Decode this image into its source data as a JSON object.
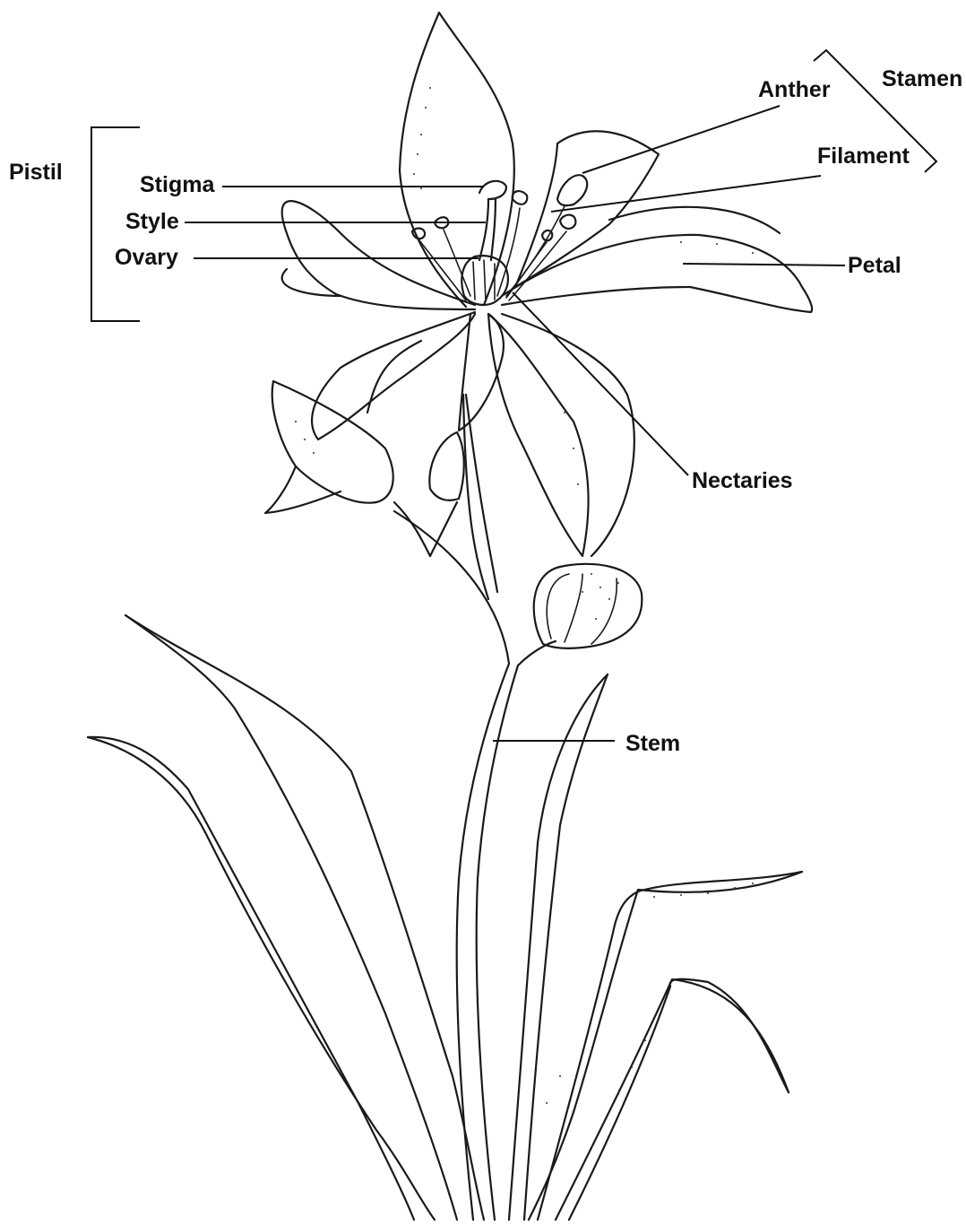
{
  "labels": {
    "pistil": "Pistil",
    "stigma": "Stigma",
    "style": "Style",
    "ovary": "Ovary",
    "anther": "Anther",
    "stamen": "Stamen",
    "filament": "Filament",
    "petal": "Petal",
    "nectaries": "Nectaries",
    "stem": "Stem"
  },
  "colors": {
    "ink": "#1a1a1a",
    "background": "#ffffff"
  }
}
